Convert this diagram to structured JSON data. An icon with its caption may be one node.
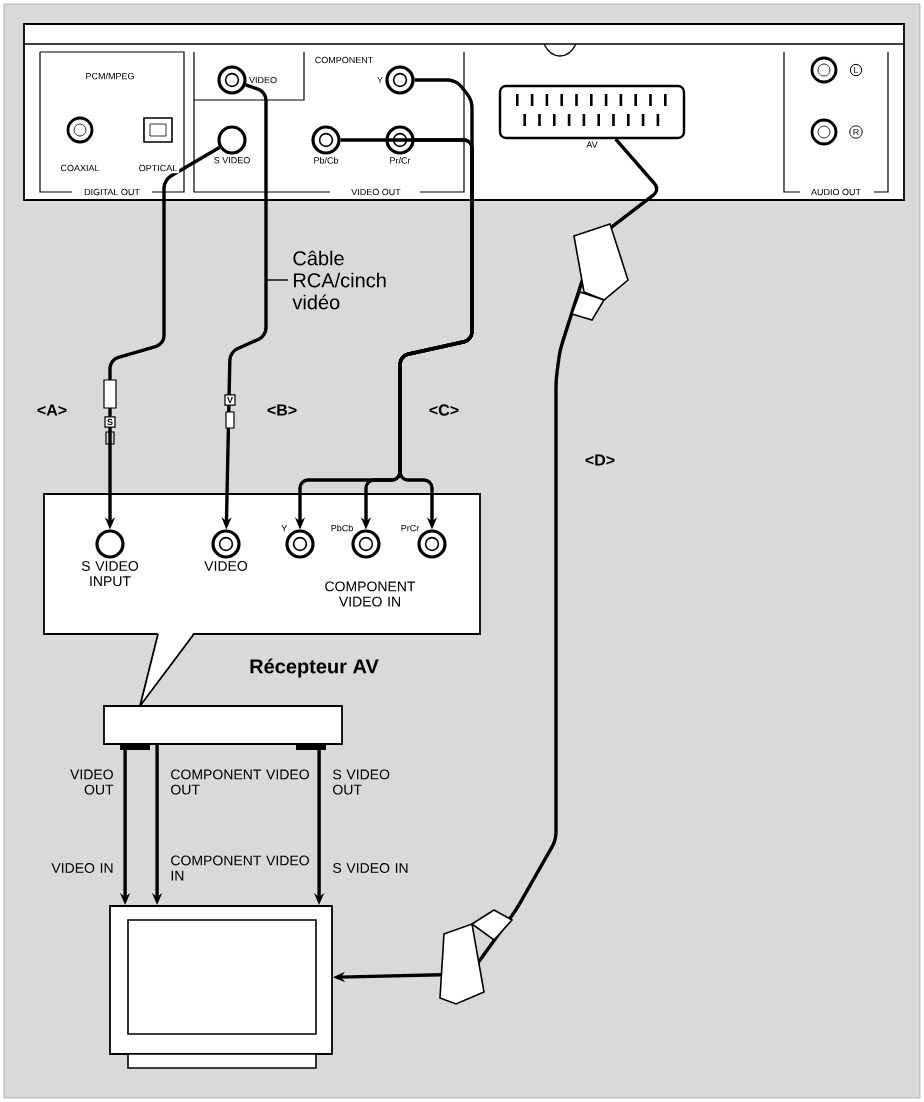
{
  "diagram": {
    "nodes": [
      {
        "text": [],
        "shape": "box"
      },
      {
        "text": [
          "S VIDEO"
        ],
        "in": 0
      },
      {
        "text": [
          "VIDEO"
        ],
        "in": 0
      },
      {
        "text": [
          "Y"
        ],
        "in": 0
      },
      {
        "text": [
          "Pb/Cb"
        ],
        "in": 0
      },
      {
        "text": [
          "Pr/Cr"
        ],
        "in": 0
      },
      {
        "text": [
          "AV"
        ],
        "in": 0
      },
      {
        "text": [],
        "shape": "box"
      },
      {
        "text": [
          "S VIDEO INPUT"
        ],
        "in": 7
      },
      {
        "text": [
          "VIDEO"
        ],
        "in": 7
      },
      {
        "text": [
          "Y"
        ],
        "in": 7
      },
      {
        "text": [
          "PbCb"
        ],
        "in": 7
      },
      {
        "text": [
          "PrCr"
        ],
        "in": 7
      },
      {
        "text": [],
        "shape": "box",
        "beside": [
          "Récepteur AV"
        ]
      },
      {
        "text": [],
        "shape": "picture"
      },
      {
        "text": [
          "Câble RCA/cinch vidéo"
        ]
      }
    ],
    "edges": [
      {
        "from": 1,
        "to": 8,
        "arrow": "to",
        "label": "<A>"
      },
      {
        "from": 2,
        "to": 9,
        "arrow": "to",
        "label": "<B>"
      },
      {
        "from": 3,
        "to": 10,
        "arrow": "to",
        "label": "<C>"
      },
      {
        "from": 4,
        "to": 11,
        "arrow": "to"
      },
      {
        "from": 5,
        "to": 12,
        "arrow": "to"
      },
      {
        "from": 6,
        "to": 14,
        "arrow": "to",
        "label": "<D>"
      },
      {
        "from": 13,
        "to": 14,
        "arrow": "to"
      },
      {
        "from": 13,
        "to": 14,
        "arrow": "to"
      },
      {
        "from": 13,
        "to": 14,
        "arrow": "to"
      },
      {
        "from": 15,
        "to": null,
        "arrow": "none"
      }
    ],
    "labels": [
      "PCM/MPEG",
      "COAXIAL",
      "OPTICAL",
      "DIGITAL OUT",
      "COMPONENT",
      "VIDEO OUT",
      "L",
      "R",
      "AUDIO OUT",
      "COMPONENT VIDEO IN",
      "VIDEO OUT",
      "COMPONENT VIDEO OUT",
      "S VIDEO OUT",
      "VIDEO IN",
      "COMPONENT VIDEO IN",
      "S VIDEO IN",
      "S",
      "V"
    ]
  }
}
